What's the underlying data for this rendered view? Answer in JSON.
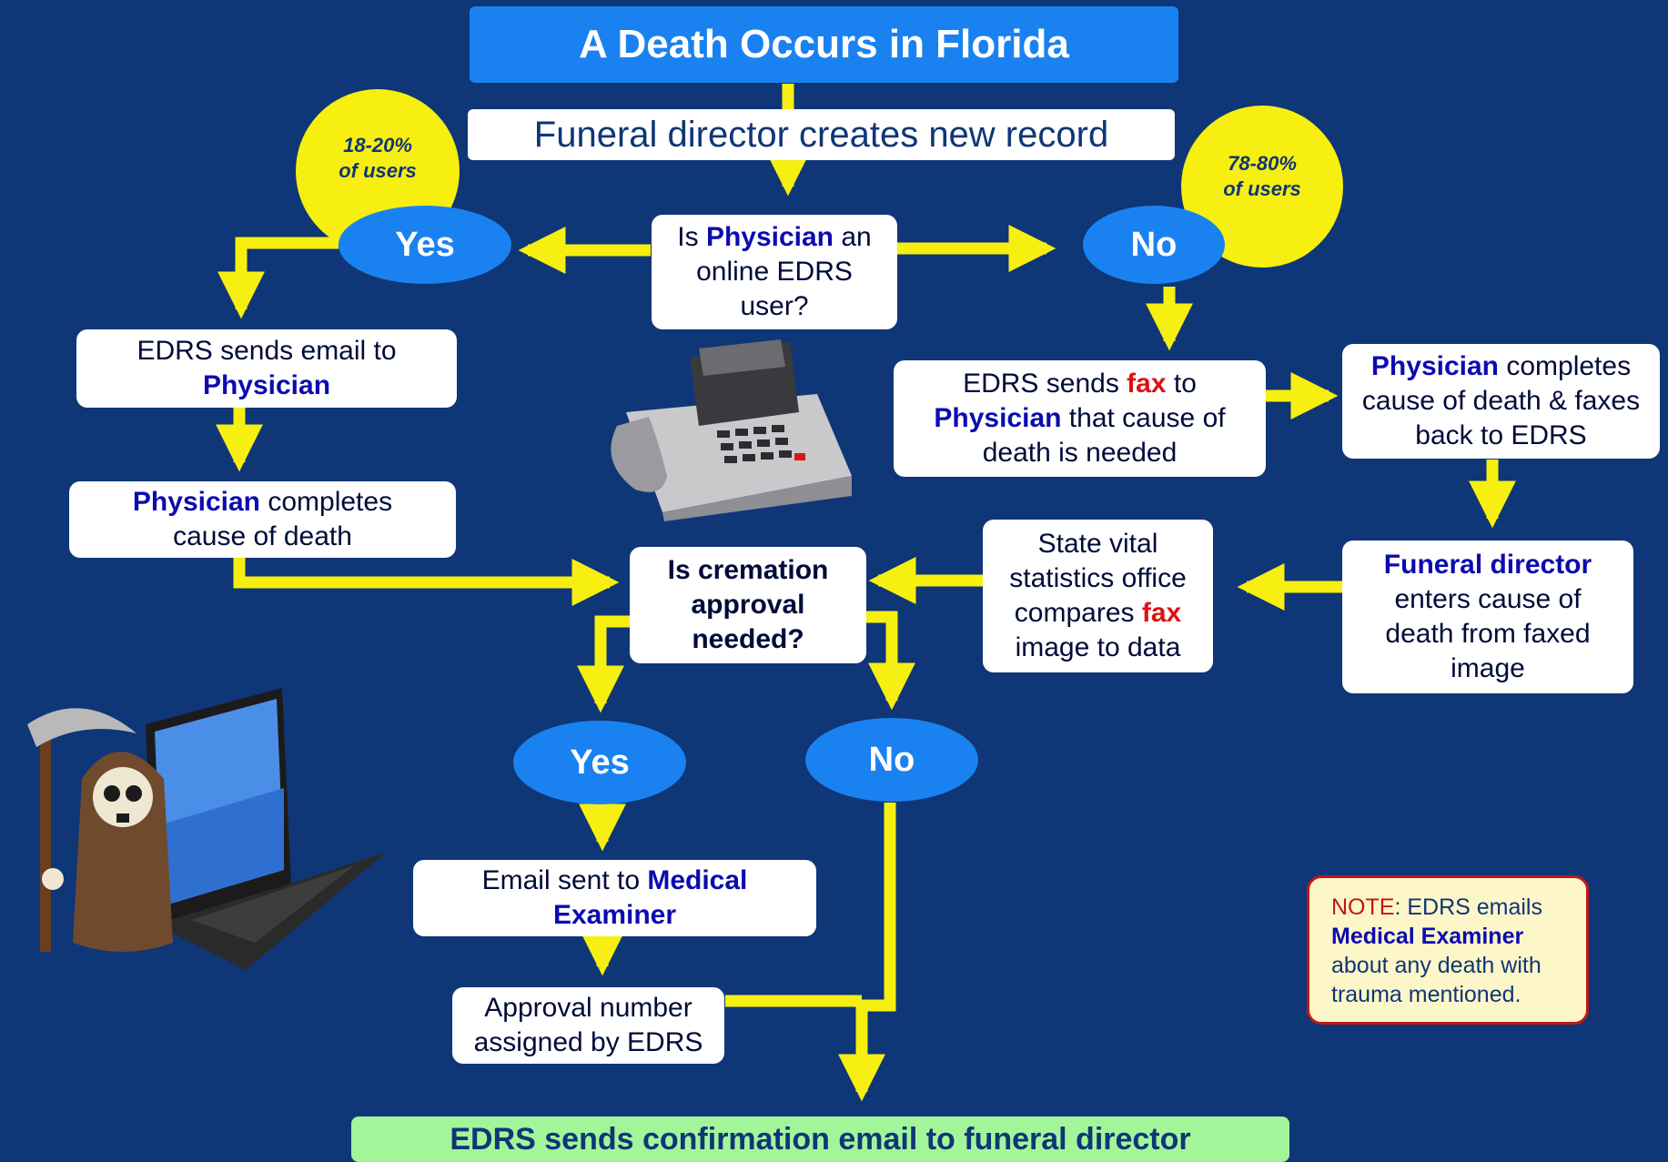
{
  "title": "A Death Occurs in Florida",
  "step_create": "Funeral director creates new record",
  "question_physician": {
    "pre": "Is ",
    "bold": "Physician",
    "post": " an online EDRS user?"
  },
  "yes_label": "Yes",
  "no_label": "No",
  "yes_pct": {
    "line1": "18-20%",
    "line2": "of users"
  },
  "no_pct": {
    "line1": "78-80%",
    "line2": "of users"
  },
  "email_physician": {
    "text": "EDRS sends email to ",
    "bold": "Physician"
  },
  "physician_completes": {
    "bold": "Physician",
    "text": " completes cause of death"
  },
  "fax_physician": {
    "t1": "EDRS sends ",
    "fax": "fax",
    "t2": " to ",
    "bold": "Physician",
    "t3": " that cause of death is needed"
  },
  "physician_faxes": {
    "bold": "Physician",
    "text": " completes cause of death & faxes back to EDRS"
  },
  "fd_enters": {
    "bold": "Funeral director",
    "text": "enters cause of death from faxed image"
  },
  "state_compares": {
    "t1": "State vital statistics office compares ",
    "fax": "fax",
    "t2": " image to data"
  },
  "question_cremation": "Is cremation approval needed?",
  "cremation_yes": "Yes",
  "cremation_no": "No",
  "email_me": {
    "text": "Email sent to ",
    "bold": "Medical Examiner"
  },
  "approval_number": "Approval number assigned by EDRS",
  "final": "EDRS sends confirmation email to funeral director",
  "note": {
    "label": "NOTE",
    "t1": ": EDRS emails ",
    "bold": "Medical Examiner",
    "t2": " about any death with trauma mentioned."
  },
  "colors": {
    "background": "#0f3677",
    "arrow": "#f7ef0f",
    "oval": "#1a82f0",
    "highlight": "#0b0bb0",
    "fax": "#e01010",
    "final_box": "#a3f59a"
  }
}
